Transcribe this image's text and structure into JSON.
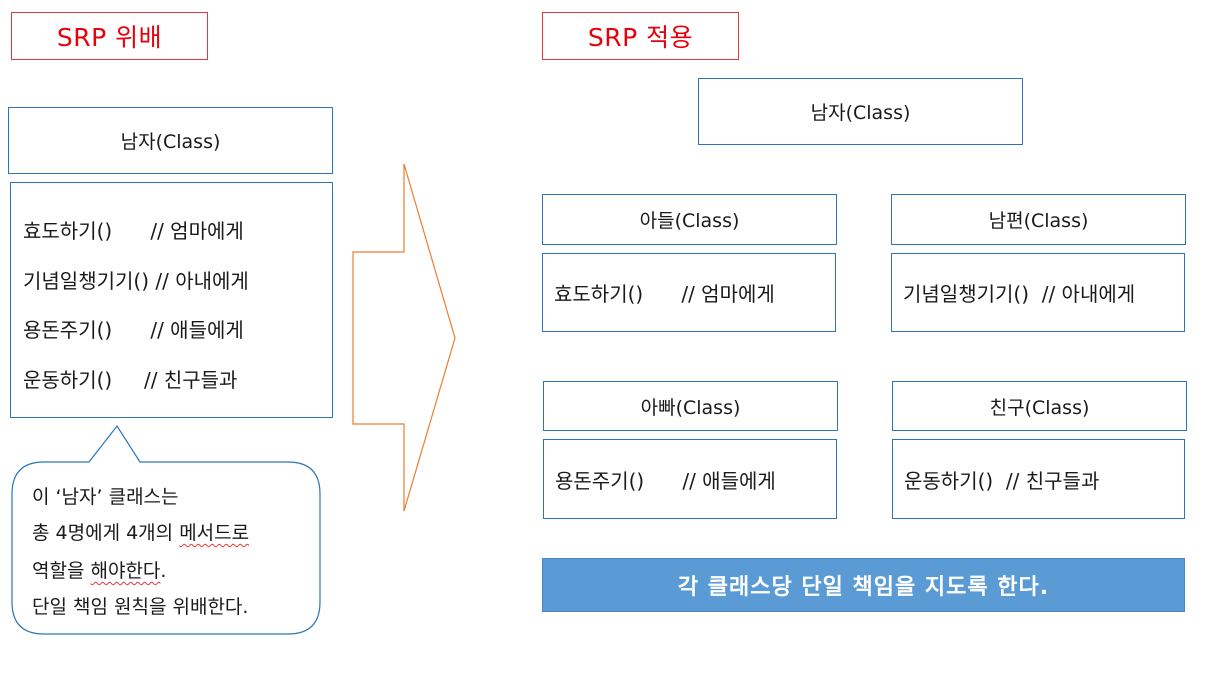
{
  "left": {
    "title": "SRP 위배",
    "class_name": "남자(Class)",
    "methods": [
      "효도하기()      // 엄마에게",
      "기념일챙기기() // 아내에게",
      "용돈주기()      // 애들에게",
      "운동하기()     // 친구들과"
    ],
    "callout": {
      "line1": "이 ‘남자’ 클래스는",
      "line2_a": "총 4명에게 4개의 ",
      "line2_b": "메서드로",
      "line3_a": "역할을 ",
      "line3_b": "해야한다",
      "line3_c": ".",
      "line4": "단일 책임 원칙을 위배한다."
    }
  },
  "right": {
    "title": "SRP 적용",
    "top_class": "남자(Class)",
    "classes": [
      {
        "name": "아들(Class)",
        "method": "효도하기()      // 엄마에게"
      },
      {
        "name": "남편(Class)",
        "method": "기념일챙기기()  // 아내에게"
      },
      {
        "name": "아빠(Class)",
        "method": "용돈주기()      // 애들에게"
      },
      {
        "name": "친구(Class)",
        "method": "운동하기()  // 친구들과"
      }
    ],
    "banner": "각 클래스당 단일 책임을 지도록 한다."
  },
  "colors": {
    "title_red": "#e8000d",
    "box_border": "#2e75b6",
    "arrow": "#ed7d31",
    "banner_fill": "#5b9bd5",
    "callout_border": "#2e75b6"
  }
}
